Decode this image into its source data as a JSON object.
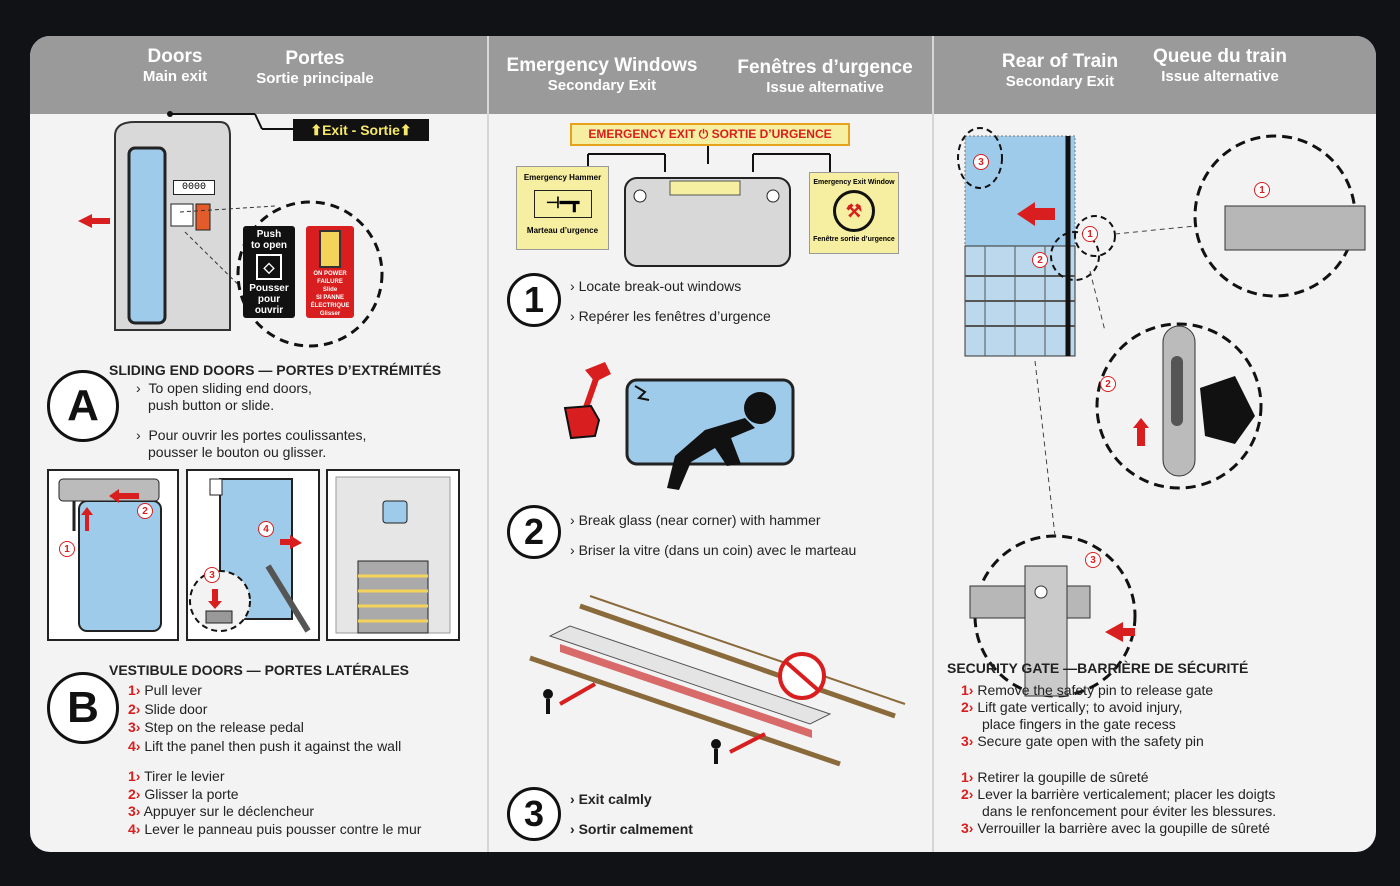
{
  "panels": {
    "left": {
      "header_en_1": "Doors",
      "header_en_1_sub": "Main exit",
      "header_fr_1": "Portes",
      "header_fr_1_sub": "Sortie principale",
      "exit_sign": "Exit - Sortie",
      "push_sign": {
        "line1": "Push",
        "line2": "to open",
        "line3": "Pousser",
        "line4": "pour",
        "line5": "ouvrir"
      },
      "power_sign": {
        "line1": "ON POWER FAILURE",
        "line2": "Slide",
        "line3": "SI PANNE ÉLECTRIQUE",
        "line4": "Glisser"
      },
      "door_counter": "0000",
      "section_a": {
        "letter": "A",
        "title": "SLIDING END DOORS — PORTES D’EXTRÉMITÉS",
        "en_line1": "To open sliding end doors,",
        "en_line2": "push button or slide.",
        "fr_line1": "Pour ouvrir les portes coulissantes,",
        "fr_line2": "pousser le bouton ou glisser."
      },
      "section_b": {
        "letter": "B",
        "title": "VESTIBULE DOORS — PORTES LATÉRALES",
        "steps_en": [
          {
            "n": "1›",
            "text": "Pull lever"
          },
          {
            "n": "2›",
            "text": "Slide door"
          },
          {
            "n": "3›",
            "text": "Step on the release pedal"
          },
          {
            "n": "4›",
            "text": "Lift the panel then push it against the wall"
          }
        ],
        "steps_fr": [
          {
            "n": "1›",
            "text": "Tirer le levier"
          },
          {
            "n": "2›",
            "text": "Glisser la porte"
          },
          {
            "n": "3›",
            "text": "Appuyer sur le déclencheur"
          },
          {
            "n": "4›",
            "text": "Lever le panneau puis pousser contre le mur"
          }
        ]
      },
      "markers": [
        "1",
        "2",
        "3",
        "4"
      ]
    },
    "middle": {
      "header_en": "Emergency Windows",
      "header_en_sub": "Secondary Exit",
      "header_fr": "Fenêtres d’urgence",
      "header_fr_sub": "Issue alternative",
      "banner": "EMERGENCY EXIT ⏻ SORTIE D’URGENCE",
      "hammer_label_top": "Emergency Hammer",
      "hammer_label_bottom": "Marteau d’urgence",
      "window_label_top": "Emergency Exit Window",
      "window_label_bottom": "Fenêtre sortie d’urgence",
      "steps": [
        {
          "n": "1",
          "en": "Locate break-out windows",
          "fr": "Repérer les fenêtres d’urgence"
        },
        {
          "n": "2",
          "en": "Break glass (near corner) with hammer",
          "fr": "Briser la vitre (dans un coin) avec le marteau"
        },
        {
          "n": "3",
          "en": "Exit calmly",
          "fr": "Sortir calmement"
        }
      ]
    },
    "right": {
      "header_en": "Rear of Train",
      "header_en_sub": "Secondary Exit",
      "header_fr": "Queue du train",
      "header_fr_sub": "Issue alternative",
      "title": "SECURITY GATE —BARRIÈRE DE SÉCURITÉ",
      "steps_en": [
        {
          "n": "1›",
          "text": "Remove the safety pin to release gate"
        },
        {
          "n": "2›",
          "text": "Lift gate vertically; to avoid injury,"
        },
        {
          "n": "",
          "text": "place fingers in the gate recess"
        },
        {
          "n": "3›",
          "text": "Secure gate open with the safety pin"
        }
      ],
      "steps_fr": [
        {
          "n": "1›",
          "text": "Retirer la goupille de sûreté"
        },
        {
          "n": "2›",
          "text": "Lever la barrière verticalement; placer les doigts"
        },
        {
          "n": "",
          "text": "dans le renfoncement pour éviter les blessures."
        },
        {
          "n": "3›",
          "text": "Verrouiller la barrière avec la goupille de sûreté"
        }
      ],
      "markers": [
        "1",
        "2",
        "3"
      ]
    }
  },
  "colors": {
    "header": "#9a9a9a",
    "accent_red": "#d81e1e",
    "window_blue": "#9fcbea",
    "sign_yellow": "#f6eea0",
    "card": "#f3f3f3"
  }
}
